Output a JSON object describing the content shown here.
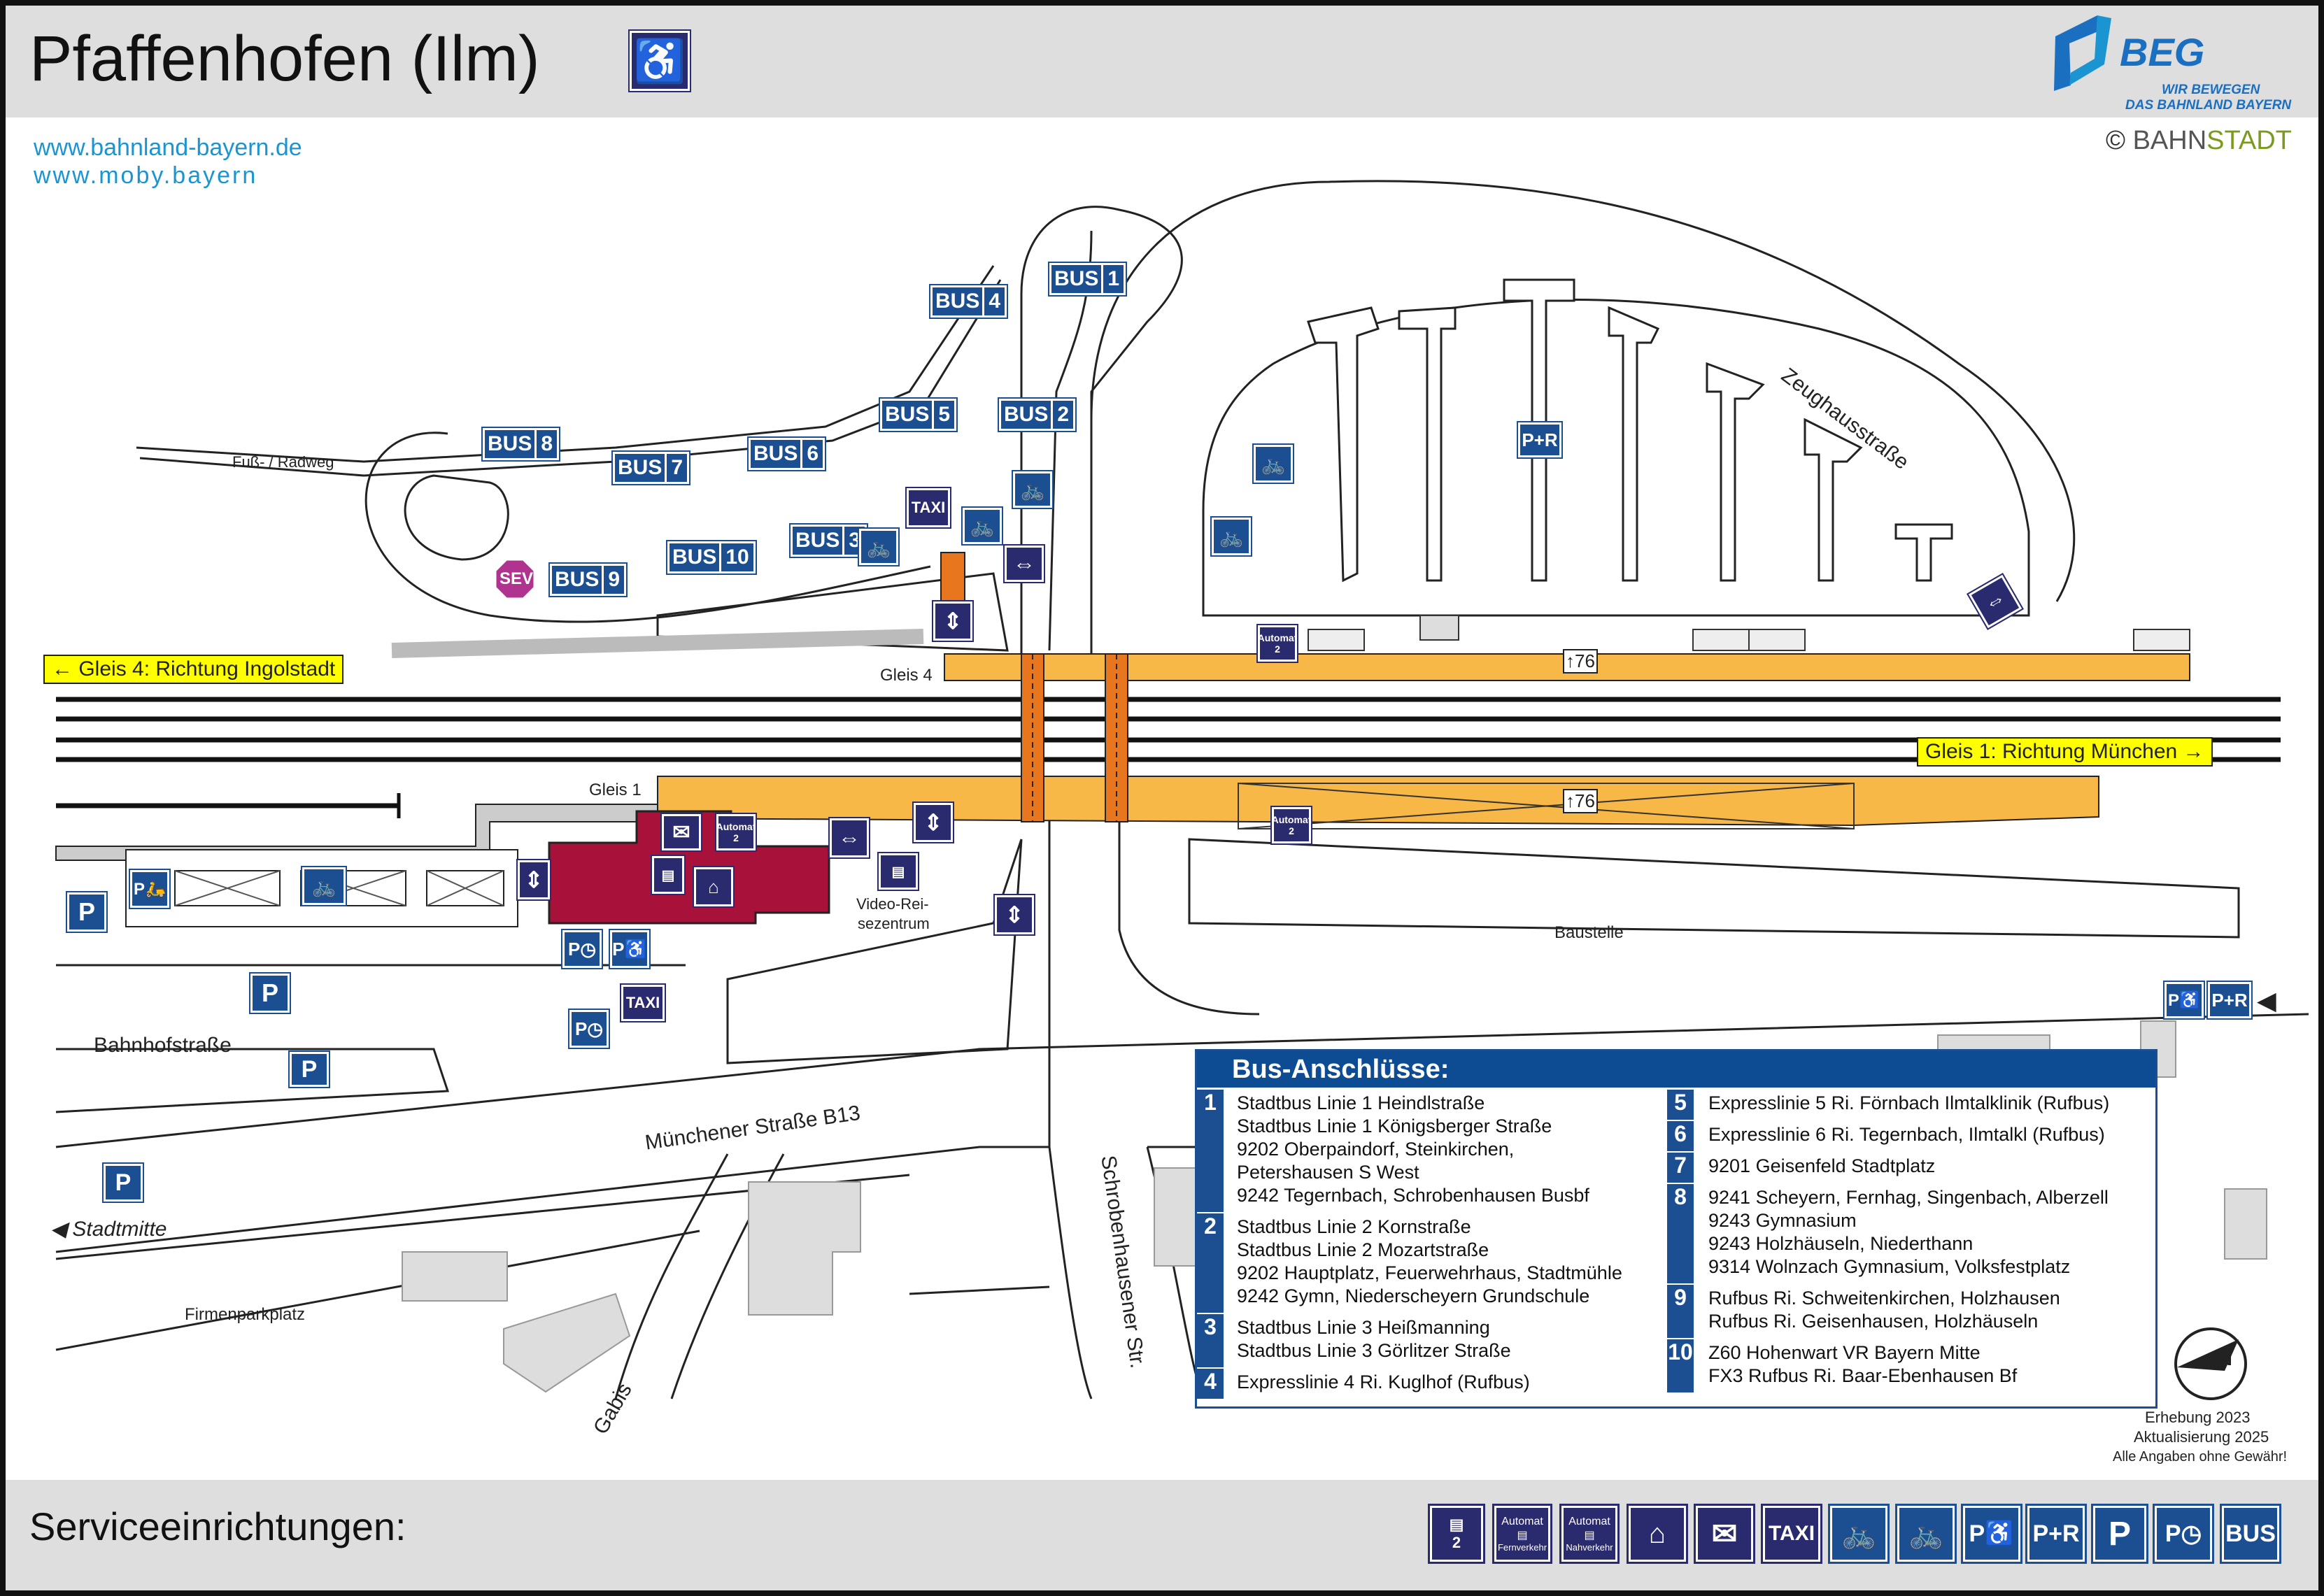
{
  "header": {
    "station_name": "Pfaffenhofen (Ilm)",
    "links": [
      "www.bahnland-bayern.de",
      "www.moby.bayern"
    ],
    "brand": "BEG",
    "brand_tagline_1": "WIR BEWEGEN",
    "brand_tagline_2": "DAS BAHNLAND BAYERN",
    "copyright_prefix": "©",
    "copyright_bahn": "BAHN",
    "copyright_stadt": "STADT"
  },
  "colors": {
    "platform": "#f7b847",
    "station_building": "#a8123a",
    "crossing": "#e8761e",
    "icon_blue": "#1b4f91",
    "icon_dark": "#2a2a6e",
    "sev": "#b0348f",
    "direction_label": "#ffff00",
    "band_gray": "#dedede"
  },
  "map": {
    "direction_left": "Gleis 4: Richtung Ingolstadt",
    "direction_right": "Gleis 1: Richtung München",
    "track_gleis4": "Gleis 4",
    "track_gleis1": "Gleis 1",
    "platform_height": "76",
    "streets": {
      "fuss_radweg": "Fuß- / Radweg",
      "zeughaus": "Zeughausstraße",
      "bahnhof": "Bahnhofstraße",
      "muenchener": "Münchener Straße B13",
      "schrobenhausener": "Schrobenhausener Str.",
      "gabis": "Gabis"
    },
    "places": {
      "stadtmitte": "Stadtmitte",
      "firmenparkplatz": "Firmenparkplatz",
      "baustelle": "Baustelle",
      "video_reisezentrum_1": "Video-Rei-",
      "video_reisezentrum_2": "sezentrum"
    },
    "icon_labels": {
      "bus": "BUS",
      "taxi": "TAXI",
      "sev": "SEV",
      "parking": "P",
      "park_ride": "P+R",
      "automat": "Automat",
      "ticket_number": "2"
    },
    "bus_stops": [
      "1",
      "2",
      "3",
      "4",
      "5",
      "6",
      "7",
      "8",
      "9",
      "10"
    ]
  },
  "legend": {
    "title": "Bus-Anschlüsse:",
    "left": [
      {
        "num": "1",
        "lines": [
          "Stadtbus Linie 1 Heindlstraße",
          "Stadtbus Linie 1 Königsberger Straße",
          "9202 Oberpaindorf, Steinkirchen,",
          "           Petershausen S West",
          "9242 Tegernbach, Schrobenhausen Busbf"
        ]
      },
      {
        "num": "2",
        "lines": [
          "Stadtbus Linie 2 Kornstraße",
          "Stadtbus Linie 2 Mozartstraße",
          "9202 Hauptplatz, Feuerwehrhaus, Stadtmühle",
          "9242 Gymn, Niederscheyern Grundschule"
        ]
      },
      {
        "num": "3",
        "lines": [
          "Stadtbus Linie 3 Heißmanning",
          "Stadtbus Linie 3 Görlitzer Straße"
        ]
      },
      {
        "num": "4",
        "lines": [
          "Expresslinie 4 Ri. Kuglhof (Rufbus)"
        ]
      }
    ],
    "right": [
      {
        "num": "5",
        "lines": [
          "Expresslinie 5 Ri. Förnbach Ilmtalklinik (Rufbus)"
        ]
      },
      {
        "num": "6",
        "lines": [
          "Expresslinie 6 Ri. Tegernbach, Ilmtalkl (Rufbus)"
        ]
      },
      {
        "num": "7",
        "lines": [
          "9201 Geisenfeld Stadtplatz"
        ]
      },
      {
        "num": "8",
        "lines": [
          "9241 Scheyern, Fernhag, Singenbach, Alberzell",
          "9243 Gymnasium",
          "9243 Holzhäuseln, Niederthann",
          "9314 Wolnzach Gymnasium, Volksfestplatz"
        ]
      },
      {
        "num": "9",
        "lines": [
          "Rufbus Ri. Schweitenkirchen, Holzhausen",
          "Rufbus Ri. Geisenhausen, Holzhäuseln"
        ]
      },
      {
        "num": "10",
        "lines": [
          "Z60 Hohenwart VR Bayern Mitte",
          "FX3 Rufbus Ri. Baar-Ebenhausen Bf"
        ]
      }
    ]
  },
  "notes": {
    "survey": "Erhebung 2023",
    "update": "Aktualisierung 2025",
    "disclaimer": "Alle Angaben ohne Gewähr!",
    "compass": "N"
  },
  "footer": {
    "title": "Serviceeinrichtungen:",
    "automat_fern_top": "Automat",
    "automat_fern_bottom": "Fernverkehr",
    "automat_nah_top": "Automat",
    "automat_nah_bottom": "Nahverkehr",
    "taxi": "TAXI",
    "park_ride": "P+R",
    "parking": "P",
    "bus": "BUS",
    "ticket_number": "2"
  }
}
